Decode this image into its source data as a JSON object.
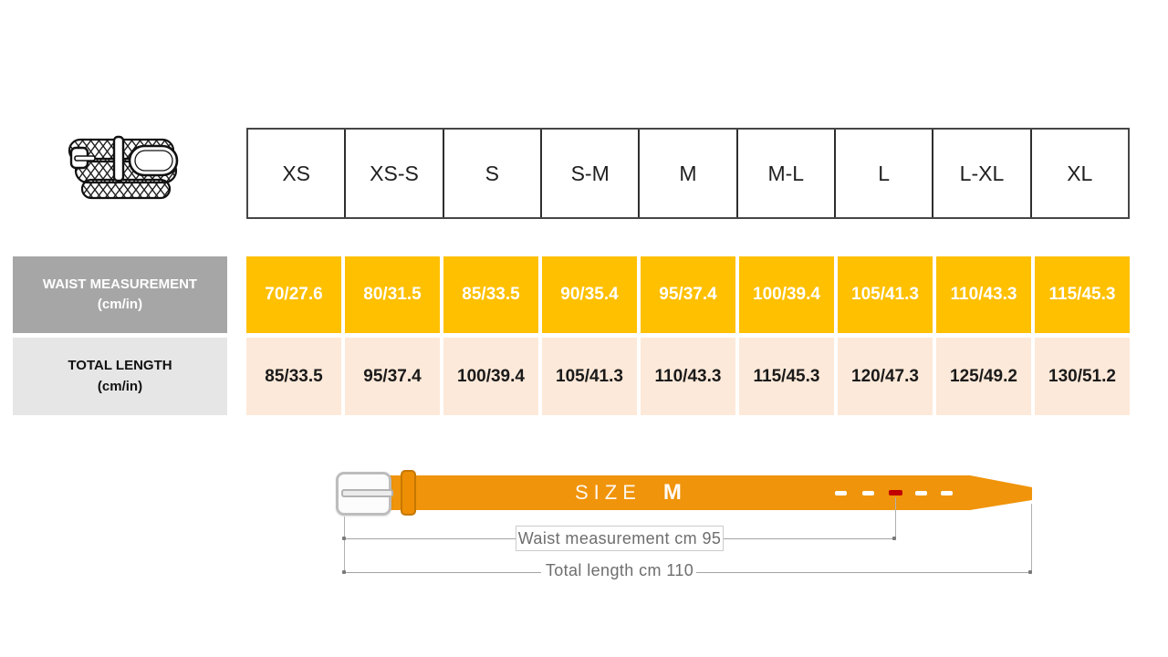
{
  "size_table": {
    "sizes": [
      "XS",
      "XS-S",
      "S",
      "S-M",
      "M",
      "M-L",
      "L",
      "L-XL",
      "XL"
    ],
    "rows": [
      {
        "label": "WAIST MEASUREMENT\n(cm/in)",
        "values": [
          "70/27.6",
          "80/31.5",
          "85/33.5",
          "90/35.4",
          "95/37.4",
          "100/39.4",
          "105/41.3",
          "110/43.3",
          "115/45.3"
        ]
      },
      {
        "label": "TOTAL LENGTH\n(cm/in)",
        "values": [
          "85/33.5",
          "95/37.4",
          "100/39.4",
          "105/41.3",
          "110/43.3",
          "115/45.3",
          "120/47.3",
          "125/49.2",
          "130/51.2"
        ]
      }
    ]
  },
  "belt_diagram": {
    "size_label": "SIZE",
    "size_value": "M",
    "waist_annotation": "Waist measurement cm 95",
    "length_annotation": "Total length cm 110",
    "holes": [
      "white",
      "white",
      "red",
      "white",
      "white"
    ]
  },
  "icons": {
    "product": "braided-belt-icon"
  },
  "colors": {
    "waist_row_bg": "#FFC000",
    "length_row_bg": "#FDE9D9",
    "waist_label_bg": "#A6A6A6",
    "length_label_bg": "#E7E6E6",
    "table_border": "#404040",
    "belt": "#F0940B",
    "belt_loop": "#ED8E04",
    "selected_hole": "#C00000",
    "hole": "#FFFFFF",
    "annotation_text": "#6E6E6E"
  },
  "chart_data": {
    "type": "table",
    "categories": [
      "XS",
      "XS-S",
      "S",
      "S-M",
      "M",
      "M-L",
      "L",
      "L-XL",
      "XL"
    ],
    "series": [
      {
        "name": "WAIST MEASUREMENT (cm/in)",
        "values": [
          "70/27.6",
          "80/31.5",
          "85/33.5",
          "90/35.4",
          "95/37.4",
          "100/39.4",
          "105/41.3",
          "110/43.3",
          "115/45.3"
        ],
        "cm": [
          70,
          80,
          85,
          90,
          95,
          100,
          105,
          110,
          115
        ],
        "in": [
          27.6,
          31.5,
          33.5,
          35.4,
          37.4,
          39.4,
          41.3,
          43.3,
          45.3
        ]
      },
      {
        "name": "TOTAL LENGTH (cm/in)",
        "values": [
          "85/33.5",
          "95/37.4",
          "100/39.4",
          "105/41.3",
          "110/43.3",
          "115/45.3",
          "120/47.3",
          "125/49.2",
          "130/51.2"
        ],
        "cm": [
          85,
          95,
          100,
          105,
          110,
          115,
          120,
          125,
          130
        ],
        "in": [
          33.5,
          37.4,
          39.4,
          41.3,
          43.3,
          45.3,
          47.3,
          49.2,
          51.2
        ]
      }
    ],
    "example": {
      "size": "M",
      "waist_cm": 95,
      "total_length_cm": 110
    },
    "legend_position": "none",
    "grid": false
  }
}
